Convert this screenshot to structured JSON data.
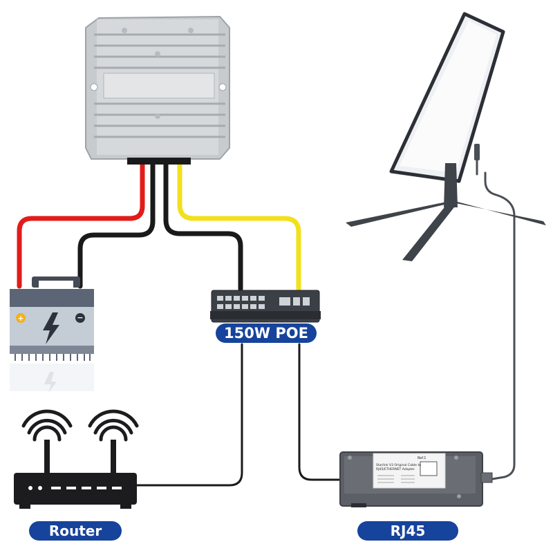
{
  "labels": {
    "poe": "150W POE",
    "router": "Router",
    "rj45": "RJ45"
  },
  "adapter": {
    "header": "Ref.1",
    "title_line1": "Starlink V3 Original Cable to",
    "title_line2": "RJ45/ETHERNET Adapter"
  },
  "colors": {
    "label_bg": "#16439b",
    "label_text": "#ffffff",
    "wire_red": "#e21b1b",
    "wire_black": "#1a1a1a",
    "wire_yellow": "#f2e01c",
    "converter": "#c8cbcd",
    "switch_body": "#3b3f46",
    "dish_mount": "#3f434a",
    "battery": "#c4ccd6",
    "router": "#1c1c1f"
  },
  "icons": [
    "converter-box",
    "car-battery-icon",
    "lightning-bolt-icon",
    "poe-switch",
    "router-icon",
    "wifi-signal-icon",
    "satellite-dish",
    "rj45-adapter"
  ]
}
